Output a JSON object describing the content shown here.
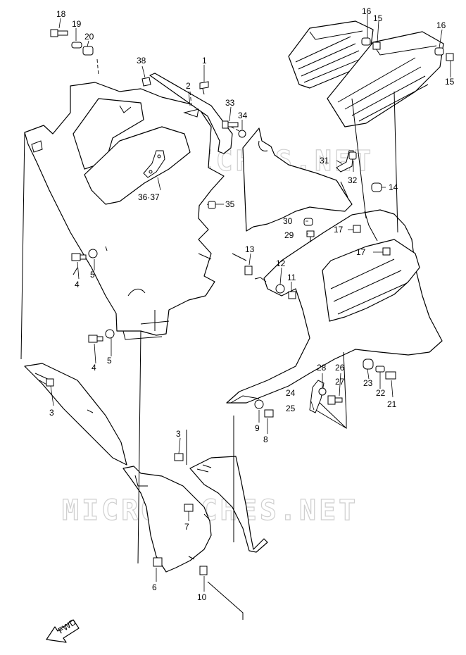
{
  "watermark": "MICROFICHES.NET",
  "fwd_label": "FWD",
  "labels": {
    "l1": "1",
    "l2": "2",
    "l3a": "3",
    "l3b": "3",
    "l4a": "4",
    "l4b": "4",
    "l5a": "5",
    "l5b": "5",
    "l6": "6",
    "l7": "7",
    "l8": "8",
    "l9": "9",
    "l10": "10",
    "l11": "11",
    "l12": "12",
    "l13": "13",
    "l14": "14",
    "l15a": "15",
    "l15b": "15",
    "l16a": "16",
    "l16b": "16",
    "l17a": "17",
    "l17b": "17",
    "l18": "18",
    "l19": "19",
    "l20": "20",
    "l21": "21",
    "l22": "22",
    "l23": "23",
    "l24": "24",
    "l25": "25",
    "l26": "26",
    "l27": "27",
    "l28": "28",
    "l29": "29",
    "l30": "30",
    "l31": "31",
    "l32": "32",
    "l33": "33",
    "l34": "34",
    "l35": "35",
    "l36_37": "36·37",
    "l38": "38"
  }
}
